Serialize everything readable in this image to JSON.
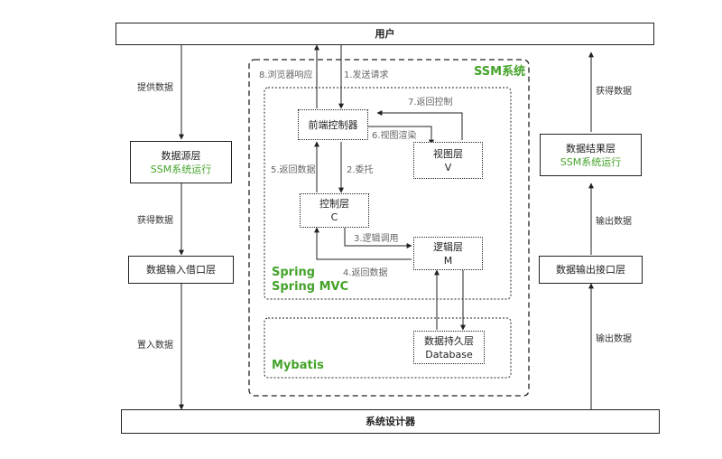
{
  "top_bar": {
    "label": "用户"
  },
  "bottom_bar": {
    "label": "系统设计器"
  },
  "left_column": {
    "source_layer": {
      "title": "数据源层",
      "subtitle": "SSM系统运行"
    },
    "input_layer": {
      "title": "数据输入借口层"
    },
    "provide_data": "提供数据",
    "get_data": "获得数据",
    "put_data": "置入数据"
  },
  "right_column": {
    "result_layer": {
      "title": "数据结果层",
      "subtitle": "SSM系统运行"
    },
    "output_layer": {
      "title": "数据输出接口层"
    },
    "get_data": "获得数据",
    "output_data_1": "输出数据",
    "output_data_2": "输出数据"
  },
  "ssm": {
    "title": "SSM系统",
    "spring_title_1": "Spring",
    "spring_title_2": "Spring MVC",
    "mybatis_title": "Mybatis",
    "front_controller": "前端控制器",
    "view_layer": {
      "line1": "视图层",
      "line2": "V"
    },
    "control_layer": {
      "line1": "控制层",
      "line2": "C"
    },
    "logic_layer": {
      "line1": "逻辑层",
      "line2": "M"
    },
    "persistence_layer": {
      "line1": "数据持久层",
      "line2": "Database"
    },
    "edges": {
      "browser_response": "8.浏览器响应",
      "send_request": "1.发送请求",
      "return_control": "7.返回控制",
      "view_render": "6.视图渲染",
      "return_data_5": "5.返回数据",
      "delegate": "2.委托",
      "logic_call": "3.逻辑调用",
      "return_data_4": "4.返回数据"
    }
  }
}
